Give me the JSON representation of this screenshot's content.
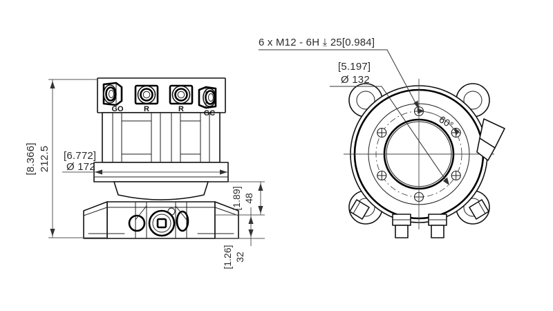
{
  "drawing": {
    "title": "hydraulic rotator assembly dimensioned drawing",
    "background_color": "#ffffff",
    "line_color": "#111111",
    "dim_color": "#2b2b2b"
  },
  "callouts": {
    "thread_spec": "6 x  M12 - 6H  ⤓ 25[0.984]",
    "bolt_circle_inch": "[5.197]",
    "bolt_circle_mm": "Ø 132",
    "angle": "60°"
  },
  "dimensions": {
    "overall_height_inch": "[8.366]",
    "overall_height_mm": "212.5",
    "flange_dia_inch": "[6.772]",
    "flange_dia_mm": "Ø 172",
    "mid_height_inch": "[1.89]",
    "mid_height_mm": "48",
    "base_height_inch": "[1.26]",
    "base_height_mm": "32"
  },
  "ports": [
    {
      "id": "port-go",
      "label": "GO"
    },
    {
      "id": "port-r1",
      "label": "R"
    },
    {
      "id": "port-r2",
      "label": "R"
    },
    {
      "id": "port-gc",
      "label": "GC"
    }
  ],
  "views": {
    "front": {
      "name": "front-elevation-view"
    },
    "top": {
      "name": "top-plan-view"
    }
  }
}
